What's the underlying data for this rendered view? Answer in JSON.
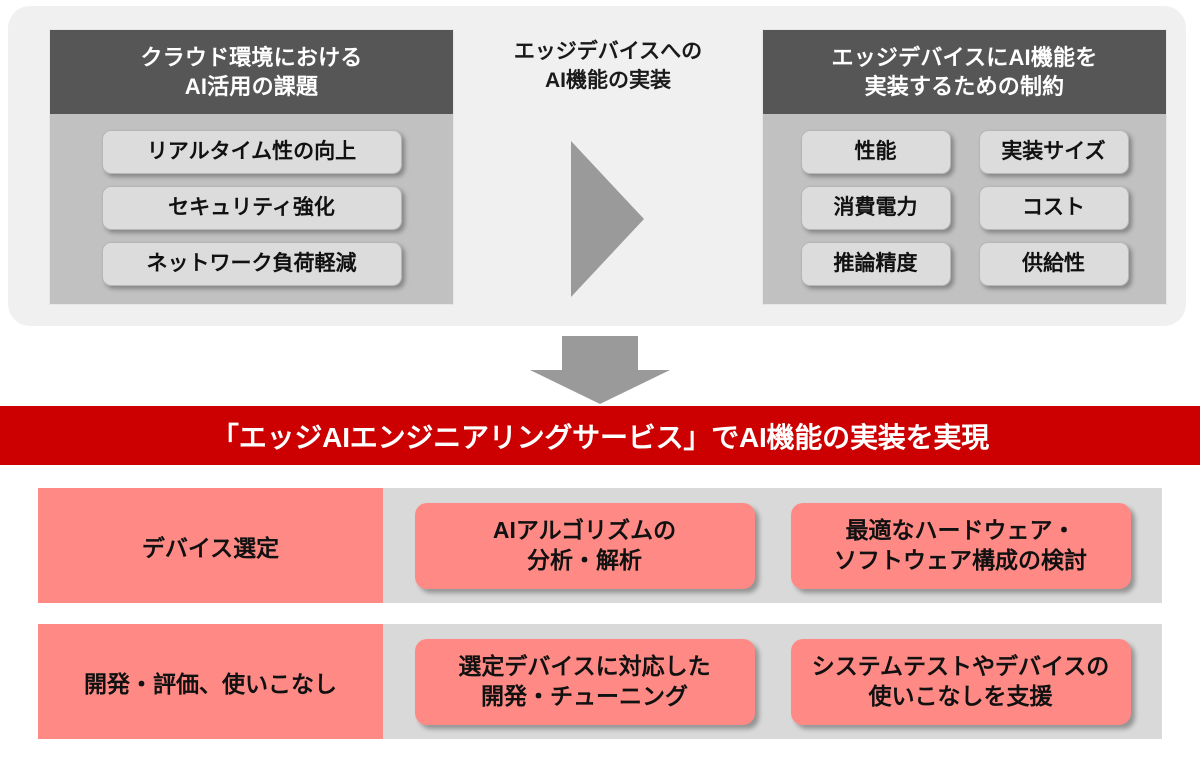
{
  "top_section": {
    "left_panel": {
      "header": "クラウド環境におけるAI活用の課題",
      "header_line1": "クラウド環境における",
      "header_line2": "AI活用の課題",
      "items": [
        {
          "label": "リアルタイム性の向上"
        },
        {
          "label": "セキュリティ強化"
        },
        {
          "label": "ネットワーク負荷軽減"
        }
      ]
    },
    "center": {
      "label_line1": "エッジデバイスへの",
      "label_line2": "AI機能の実装",
      "arrow_icon": "arrow-right-icon"
    },
    "right_panel": {
      "header": "エッジデバイスにAI機能を実装するための制約",
      "header_line1": "エッジデバイスにAI機能を",
      "header_line2": "実装するための制約",
      "items": [
        {
          "label": "性能"
        },
        {
          "label": "実装サイズ"
        },
        {
          "label": "消費電力"
        },
        {
          "label": "コスト"
        },
        {
          "label": "推論精度"
        },
        {
          "label": "供給性"
        }
      ]
    }
  },
  "transition": {
    "arrow_icon": "arrow-down-icon"
  },
  "banner": {
    "text": "「エッジAIエンジニアリングサービス」でAI機能の実装を実現"
  },
  "service_rows": [
    {
      "label": "デバイス選定",
      "cards": [
        {
          "line1": "AIアルゴリズムの",
          "line2": "分析・解析"
        },
        {
          "line1": "最適なハードウェア・",
          "line2": "ソフトウェア構成の検討"
        }
      ]
    },
    {
      "label": "開発・評価、使いこなし",
      "cards": [
        {
          "line1": "選定デバイスに対応した",
          "line2": "開発・チューニング"
        },
        {
          "line1": "システムテストやデバイスの",
          "line2": "使いこなしを支援"
        }
      ]
    }
  ],
  "colors": {
    "page_background": "#ffffff",
    "card_background": "#f0f0f0",
    "panel_body": "#c1c1c1",
    "panel_header": "#565656",
    "pill": "#dcdcdc",
    "arrow_gray": "#9a9a9a",
    "banner_red": "#cc0000",
    "salmon": "#ff8a85",
    "row_tray": "#d9d9d9",
    "text_dark": "#111111",
    "text_light": "#ffffff"
  }
}
